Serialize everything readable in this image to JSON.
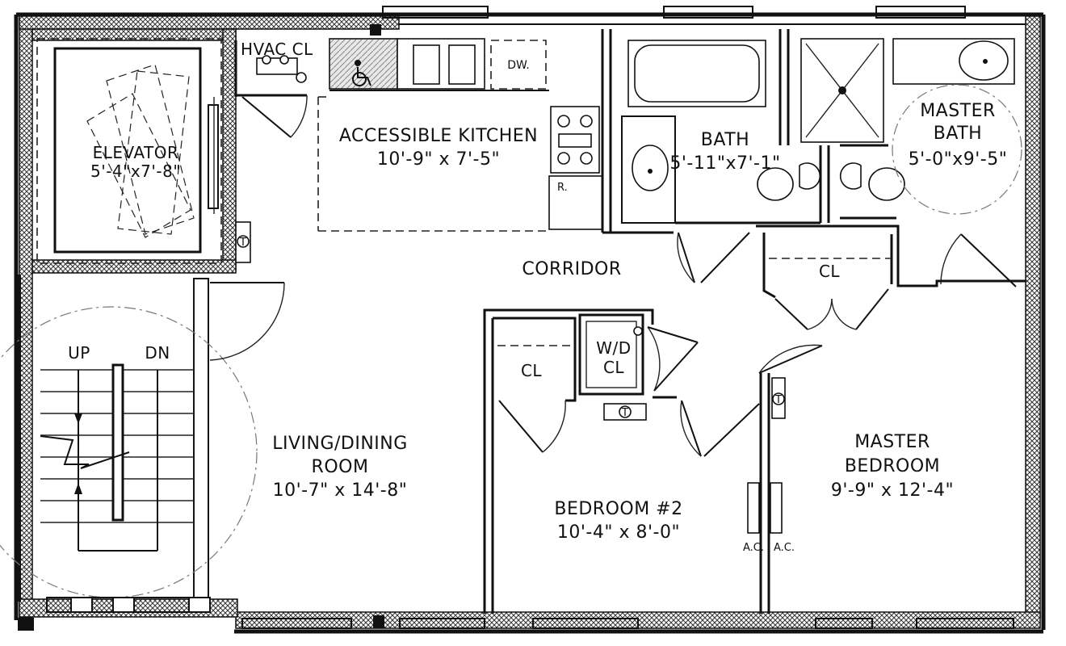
{
  "rooms": {
    "elevator": {
      "name": "ELEVATOR",
      "dims": "5'-4\"x7'-8\""
    },
    "hvac": {
      "name": "HVAC CL"
    },
    "kitchen": {
      "name": "ACCESSIBLE KITCHEN",
      "dims": "10'-9\" x 7'-5\""
    },
    "dishwasher": {
      "label": "DW."
    },
    "refrigerator": {
      "label": "R."
    },
    "bath": {
      "name": "BATH",
      "dims": "5'-11\"x7'-1\""
    },
    "master_bath": {
      "name_line1": "MASTER",
      "name_line2": "BATH",
      "dims": "5'-0\"x9'-5\""
    },
    "corridor": {
      "name": "CORRIDOR"
    },
    "corridor_closet": {
      "name": "CL"
    },
    "bedroom2_closet": {
      "name": "CL"
    },
    "washer_dryer": {
      "name_line1": "W/D",
      "name_line2": "CL"
    },
    "living": {
      "name_line1": "LIVING/DINING",
      "name_line2": "ROOM",
      "dims": "10'-7\" x 14'-8\""
    },
    "bedroom2": {
      "name": "BEDROOM #2",
      "dims": "10'-4\" x 8'-0\""
    },
    "master_bedroom": {
      "name_line1": "MASTER",
      "name_line2": "BEDROOM",
      "dims": "9'-9\" x 12'-4\""
    }
  },
  "stair": {
    "up_label": "UP",
    "down_label": "DN"
  },
  "ac_units": {
    "left_label": "A.C.",
    "right_label": "A.C."
  },
  "thermostat": {
    "symbol": "T"
  },
  "symbols": {
    "accessible_icon": "wheelchair-icon"
  }
}
